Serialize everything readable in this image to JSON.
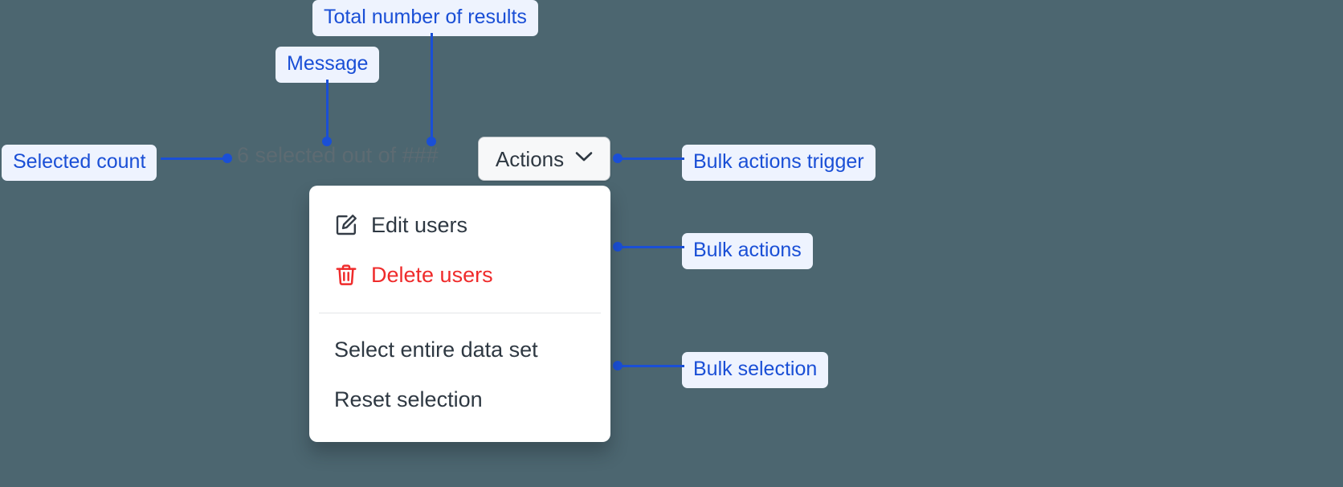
{
  "canvas": {
    "background_color": "#4c6670",
    "accent_color": "#1a4fd6",
    "pill_background": "#eef3fe",
    "danger_color": "#ef2b2b"
  },
  "annotations": [
    {
      "id": "total-number-of-results",
      "label": "Total number of results"
    },
    {
      "id": "message",
      "label": "Message"
    },
    {
      "id": "selected-count",
      "label": "Selected count"
    },
    {
      "id": "bulk-actions-trigger",
      "label": "Bulk actions trigger"
    },
    {
      "id": "bulk-actions",
      "label": "Bulk actions"
    },
    {
      "id": "bulk-selection",
      "label": "Bulk selection"
    }
  ],
  "toolbar": {
    "selection_message": "6 selected out of ###",
    "selected_count": "6",
    "total_results_placeholder": "###",
    "actions_button_label": "Actions",
    "actions_button_icon": "chevron-down-icon"
  },
  "menu": {
    "groups": [
      {
        "name": "bulk-actions",
        "items": [
          {
            "id": "edit-users",
            "label": "Edit users",
            "icon": "edit-pencil-icon",
            "danger": false
          },
          {
            "id": "delete-users",
            "label": "Delete users",
            "icon": "trash-icon",
            "danger": true
          }
        ]
      },
      {
        "name": "bulk-selection",
        "items": [
          {
            "id": "select-entire-data-set",
            "label": "Select entire data set",
            "icon": null,
            "danger": false
          },
          {
            "id": "reset-selection",
            "label": "Reset selection",
            "icon": null,
            "danger": false
          }
        ]
      }
    ]
  }
}
